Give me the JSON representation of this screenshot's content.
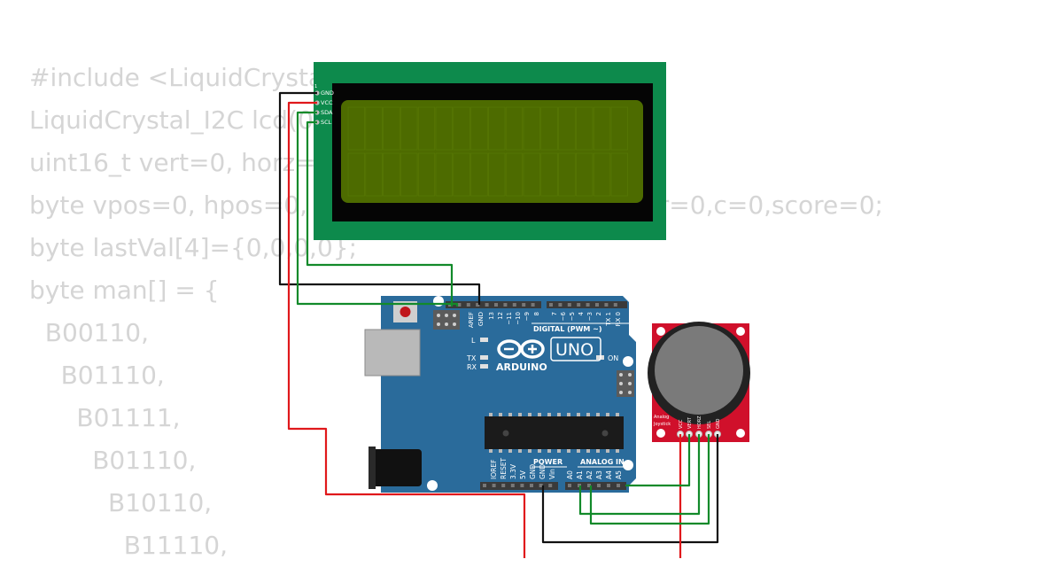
{
  "code_lines": [
    "#include <LiquidCrystal_I2C.h>",
    "LiquidCrystal_I2C lcd(0x27,16,2);",
    "uint16_t vert=0, horz=0;",
    "byte vpos=0, hpos=0, timer=0, bitmap=0, counter=0,c=0,score=0;",
    "byte lastVal[4]={0,0,0,0};",
    "byte man[] = {",
    "  B00110,",
    "    B01110,",
    "      B01111,",
    "        B01110,",
    "          B10110,",
    "            B11110,"
  ],
  "lcd": {
    "pins": [
      "GND",
      "VCC",
      "SDA",
      "SCL"
    ],
    "pin_number": "1"
  },
  "arduino": {
    "brand": "ARDUINO",
    "model": "UNO",
    "digital_label": "DIGITAL (PWM ~)",
    "power_label": "POWER",
    "analog_label": "ANALOG IN",
    "on_label": "ON",
    "l_label": "L",
    "tx_label": "TX",
    "rx_label": "RX",
    "header_top_pins": [
      "AREF",
      "GND",
      "13",
      "12",
      "~11",
      "~10",
      "~9",
      "8",
      "7",
      "~6",
      "~5",
      "4",
      "~3",
      "2",
      "TX 1",
      "RX 0"
    ],
    "power_pins": [
      "IOREF",
      "RESET",
      "3.3V",
      "5V",
      "GND",
      "GND",
      "Vin"
    ],
    "analog_pins": [
      "A0",
      "A1",
      "A2",
      "A3",
      "A4",
      "A5"
    ]
  },
  "joystick": {
    "label_line1": "Analog",
    "label_line2": "Joystick",
    "pins": [
      "VCC",
      "VERT",
      "HORZ",
      "SEL",
      "GND"
    ]
  },
  "colors": {
    "code_text": "#d5d5d5",
    "lcd_board": "#0d8a4c",
    "lcd_screen": "#4d6b00",
    "arduino_board": "#2a6b9b",
    "joystick_board": "#d0102b",
    "wire_red": "#e0181b",
    "wire_green": "#128a2a",
    "wire_black": "#111111"
  }
}
